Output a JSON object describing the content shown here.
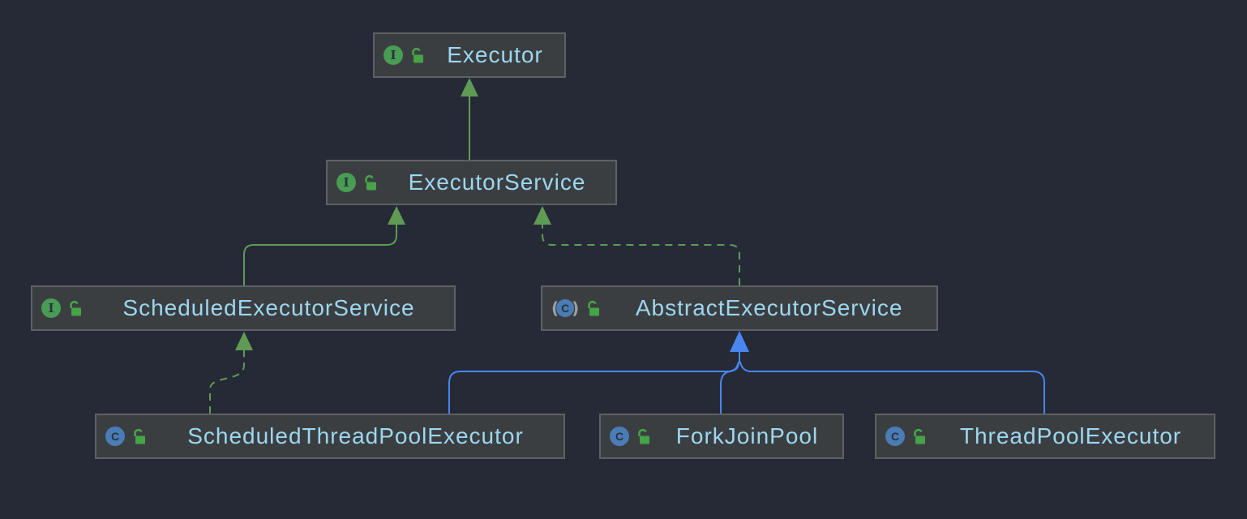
{
  "diagram": {
    "title": "Java Executor class hierarchy UML diagram",
    "nodes": [
      {
        "id": "executor",
        "label": "Executor",
        "kind": "interface",
        "icon_letter": "I",
        "visibility": "public"
      },
      {
        "id": "executor-service",
        "label": "ExecutorService",
        "kind": "interface",
        "icon_letter": "I",
        "visibility": "public"
      },
      {
        "id": "scheduled-executor-service",
        "label": "ScheduledExecutorService",
        "kind": "interface",
        "icon_letter": "I",
        "visibility": "public"
      },
      {
        "id": "abstract-executor-service",
        "label": "AbstractExecutorService",
        "kind": "abstract-class",
        "icon_letter": "C",
        "paren_left": "(",
        "paren_right": ")",
        "visibility": "public"
      },
      {
        "id": "scheduled-thread-pool-executor",
        "label": "ScheduledThreadPoolExecutor",
        "kind": "class",
        "icon_letter": "C",
        "visibility": "public"
      },
      {
        "id": "fork-join-pool",
        "label": "ForkJoinPool",
        "kind": "class",
        "icon_letter": "C",
        "visibility": "public"
      },
      {
        "id": "thread-pool-executor",
        "label": "ThreadPoolExecutor",
        "kind": "class",
        "icon_letter": "C",
        "visibility": "public"
      }
    ],
    "edges": [
      {
        "from": "ExecutorService",
        "to": "Executor",
        "relation": "extends",
        "style": "solid",
        "color": "#5F9B54"
      },
      {
        "from": "ScheduledExecutorService",
        "to": "ExecutorService",
        "relation": "extends",
        "style": "solid",
        "color": "#5F9B54"
      },
      {
        "from": "AbstractExecutorService",
        "to": "ExecutorService",
        "relation": "implements",
        "style": "dashed",
        "color": "#5F9B54"
      },
      {
        "from": "ScheduledThreadPoolExecutor",
        "to": "ScheduledExecutorService",
        "relation": "implements",
        "style": "dashed",
        "color": "#5F9B54"
      },
      {
        "from": "ScheduledThreadPoolExecutor",
        "to": "AbstractExecutorService",
        "relation": "extends",
        "style": "solid",
        "color": "#4A86F0"
      },
      {
        "from": "ForkJoinPool",
        "to": "AbstractExecutorService",
        "relation": "extends",
        "style": "solid",
        "color": "#4A86F0"
      },
      {
        "from": "ThreadPoolExecutor",
        "to": "AbstractExecutorService",
        "relation": "extends",
        "style": "solid",
        "color": "#4A86F0"
      }
    ],
    "theme": {
      "background": "#262A37",
      "node_fill": "#3B3E41",
      "node_border": "#5E6265",
      "label_color": "#9CD7F0",
      "interface_icon_color": "#499C54",
      "class_icon_color": "#4A7CB5",
      "lock_color": "#47A347",
      "extends_color": "#5F9B54",
      "class_extends_color": "#4A86F0",
      "paren_color": "#9AA0A6",
      "icon_letter_color": "#28313E"
    }
  }
}
